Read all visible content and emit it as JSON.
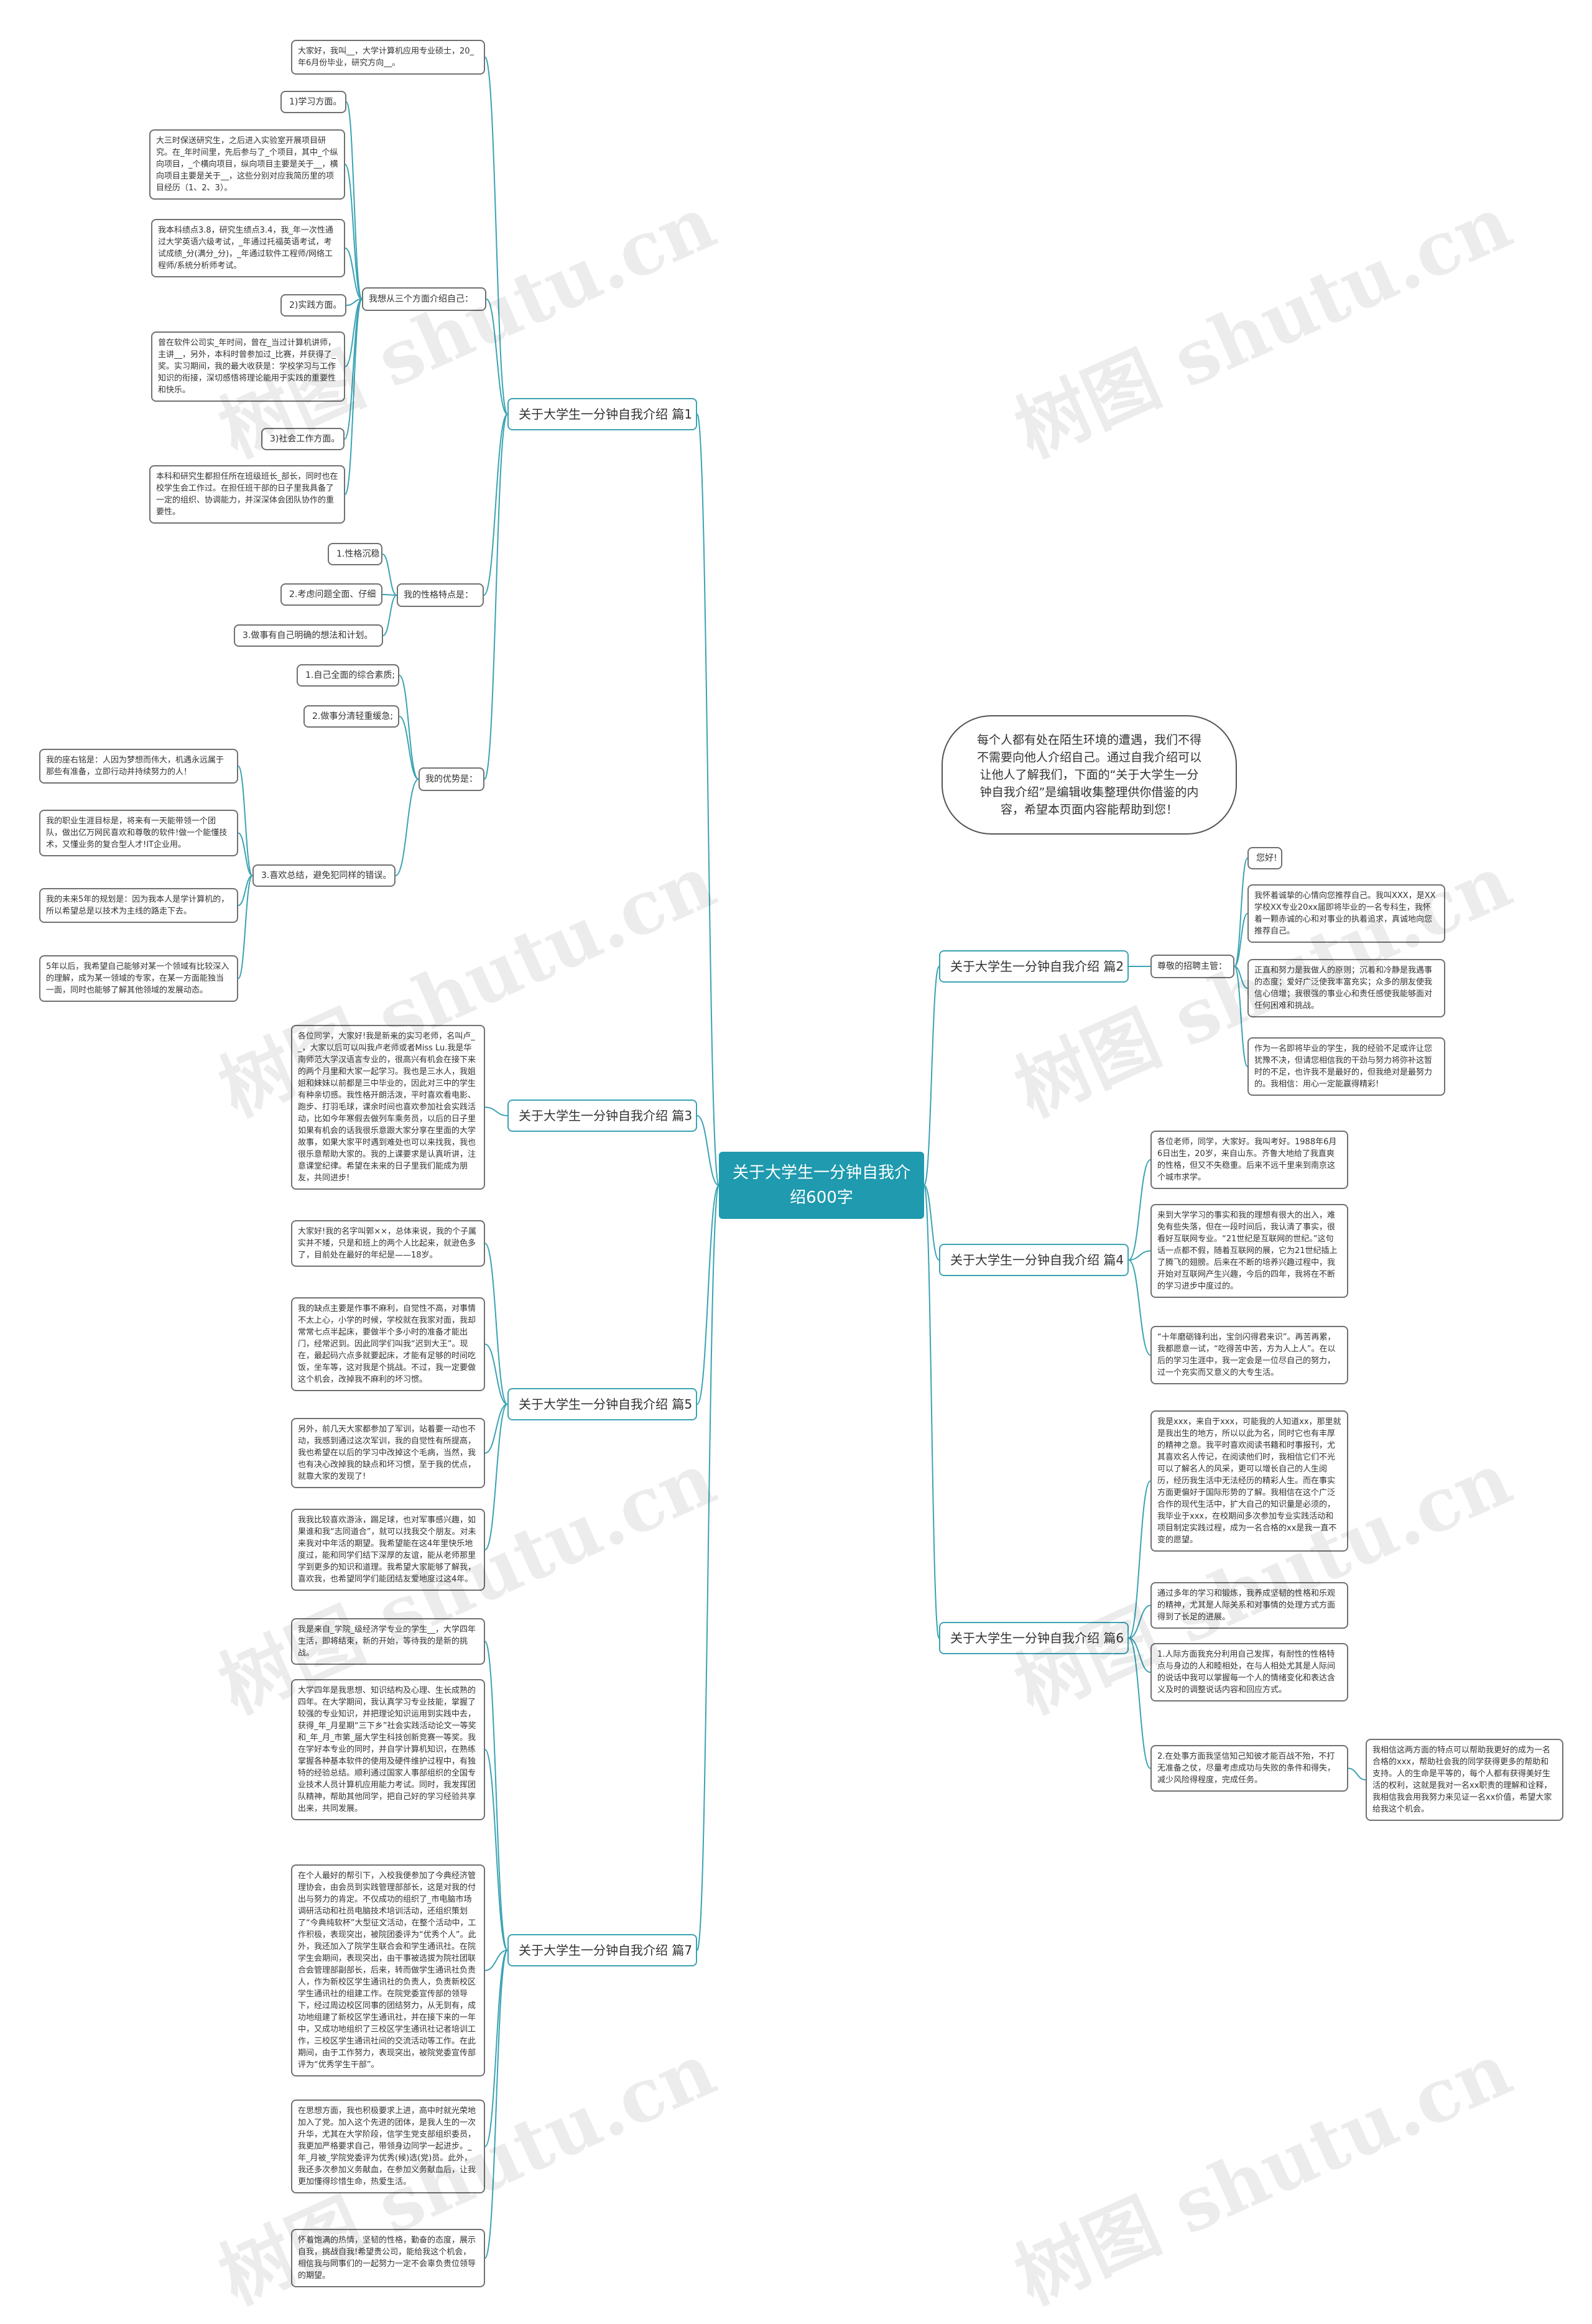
{
  "map": {
    "center": "关于大学生一分钟自我介绍600字",
    "intro": "每个人都有处在陌生环境的遭遇，我们不得不需要向他人介绍自己。通过自我介绍可以让他人了解我们，下面的“关于大学生一分钟自我介绍”是编辑收集整理供你借鉴的内容，希望本页面内容能帮助到您！",
    "branches": [
      {
        "label": "关于大学生一分钟自我介绍 篇1",
        "intro_leaf": "大家好，我叫__，大学计算机应用专业硕士，20_年6月份毕业，研究方向__。",
        "groups": [
          {
            "label": "我想从三个方面介绍自己：",
            "items": [
              "1)学习方面。",
              "大三时保送研究生，之后进入实验室开展项目研究。在_年时间里，先后参与了_个项目，其中_个纵向项目，_个横向项目，纵向项目主要是关于__，横向项目主要是关于__，这些分别对应我简历里的项目经历（1、2、3）。",
              "我本科绩点3.8，研究生绩点3.4，我_年一次性通过大学英语六级考试，_年通过托福英语考试，考试成绩_分(满分_分)，_年通过软件工程师/网络工程师/系统分析师考试。",
              "2)实践方面。",
              "曾在软件公司实_年时间，曾在_当过计算机讲师，主讲__，另外，本科时曾参加过_比赛，并获得了_奖。实习期间，我的最大收获是：学校学习与工作知识的衔接，深切感悟将理论能用于实践的重要性和快乐。",
              "3)社会工作方面。",
              "本科和研究生都担任所在班级班长_部长，同时也在校学生会工作过。在担任班干部的日子里我具备了一定的组织、协调能力，并深深体会团队协作的重要性。"
            ]
          },
          {
            "label": "我的性格特点是：",
            "items": [
              "1.性格沉稳",
              "2.考虑问题全面、仔细",
              "3.做事有自己明确的想法和计划。"
            ]
          },
          {
            "label": "我的优势是：",
            "items": [
              "1.自己全面的综合素质;",
              "2.做事分清轻重缓急;",
              "3.喜欢总结，避免犯同样的错误。"
            ],
            "sub_items": [
              "我的座右铭是：人因为梦想而伟大，机遇永远属于那些有准备，立即行动并持续努力的人！",
              "我的职业生涯目标是，将来有一天能带领一个团队，做出亿万网民喜欢和尊敬的软件!做一个能懂技术，又懂业务的复合型人才!IT企业用。",
              "我的未来5年的规划是：因为我本人是学计算机的，所以希望总是以技术为主线的路走下去。",
              "5年以后，我希望自己能够对某一个领域有比较深入的理解，成为某一领域的专家，在某一方面能独当一面，同时也能够了解其他领域的发展动态。"
            ]
          }
        ]
      },
      {
        "label": "关于大学生一分钟自我介绍 篇2",
        "group_label": "尊敬的招聘主管：",
        "items": [
          "您好!",
          "我怀着诚挚的心情向您推荐自己。我叫XXX，是XX学校XX专业20xx届即将毕业的一名专科生，我怀着一颗赤诚的心和对事业的执着追求，真诚地向您推荐自己。",
          "正直和努力是我做人的原则；沉着和冷静是我遇事的态度；爱好广泛使我丰富充实；众多的朋友使我信心倍增；我很强的事业心和责任感使我能够面对任何困难和挑战。",
          "作为一名即将毕业的学生，我的经验不足或许让您犹豫不决，但请您相信我的干劲与努力将弥补这暂时的不足，也许我不是最好的，但我绝对是最努力的。我相信：用心一定能赢得精彩!"
        ]
      },
      {
        "label": "关于大学生一分钟自我介绍 篇3",
        "items": [
          "各位同学，大家好!我是新来的实习老师，名叫卢__，大家以后可以叫我卢老师或者Miss Lu.我是华南师范大学汉语言专业的，很高兴有机会在接下来的两个月里和大家一起学习。我也是三水人，我姐姐和妹妹以前都是三中毕业的，因此对三中的学生有种亲切感。我性格开朗活泼，平时喜欢看电影、跑步、打羽毛球，课余时间也喜欢参加社会实践活动，比如今年寒假去做列车乘务员，以后的日子里如果有机会的话我很乐意跟大家分享在里面的大学故事，如果大家平时遇到难处也可以来找我，我也很乐意帮助大家的。我的上课要求是认真听讲，注意课堂纪律。希望在未来的日子里我们能成为朋友，共同进步!"
        ]
      },
      {
        "label": "关于大学生一分钟自我介绍 篇4",
        "items": [
          "各位老师，同学，大家好。我叫考好。1988年6月6日出生，20岁，来自山东。齐鲁大地给了我直爽的性格，但又不失稳重。后来不远千里来到南京这个城市求学。",
          "来到大学学习的事实和我的理想有很大的出入，难免有些失落，但在一段时间后，我认清了事实，很看好互联网专业。“21世纪是互联网的世纪。”这句话一点都不假，随着互联网的展，它为21世纪插上了腾飞的翅膀。后来在不断的培养兴趣过程中，我开始对互联网产生兴趣，今后的四年，我将在不断的学习进步中度过的。",
          "“十年磨砺锋利出，宝剑闪得君来识”。再苦再累，我都愿意一试，“吃得苦中苦，方为人上人”。在以后的学习生涯中，我一定会是一位尽自己的努力，过一个充实而又意义的大专生活。"
        ]
      },
      {
        "label": "关于大学生一分钟自我介绍 篇5",
        "items": [
          "大家好!我的名字叫郭××，总体来说，我的个子属实并不矮，只是和班上的两个人比起来，就逊色多了，目前处在最好的年纪是——18岁。",
          "我的缺点主要是作事不麻利，自觉性不高，对事情不太上心，小学的时候，学校就在我家对面，我却常常七点半起床，要做半个多小时的准备才能出门，经常迟到。因此同学们叫我“迟到大王”。现在，最起码六点多就要起床，才能有足够的时间吃饭，坐车等，这对我是个挑战。不过，我一定要做这个机会，改掉我不麻利的坏习惯。",
          "另外，前几天大家都参加了军训，站着要一动也不动，我感到通过这次军训，我的自觉性有所提高，我也希望在以后的学习中改掉这个毛病，当然，我也有决心改掉我的缺点和坏习惯，至于我的优点，就靠大家的发现了!",
          "我我比较喜欢游泳，踢足球，也对军事感兴趣，如果谁和我“志同道合”，就可以找我交个朋友。对未来我对中年活的期望。我希望能在这4年里快乐地度过，能和同学们结下深厚的友谊，能从老师那里学到更多的知识和道理。我希望大家能够了解我，喜欢我，也希望同学们能团结友爱地度过这4年。"
        ]
      },
      {
        "label": "关于大学生一分钟自我介绍 篇6",
        "items": [
          "我是xxx，来自于xxx，可能我的人知道xx，那里就是我出生的地方，所以以此为名，同时它也有丰厚的精神之意。我平时喜欢阅读书籍和时事报刊，尤其喜欢名人传记，在阅读他们时，我相信它们不光可以了解名人的风采，更可以增长自己的人生阅历，经历我生活中无法经历的精彩人生。而在事实方面更偏好于国际形势的了解。我相信在这个广泛合作的现代生活中，扩大自己的知识量是必须的，我毕业于xxx，在校期间多次参加专业实践活动和项目制定实践过程，成为一名合格的xx是我一直不变的愿望。",
          "通过多年的学习和锻炼，我养成坚韧的性格和乐观的精神，尤其是人际关系和对事情的处理方式方面得到了长足的进展。",
          "1.人际方面我充分利用自己发挥，有耐性的性格特点与身边的人和睦相处，在与人相处尤其是人际间的说话中我可以掌握每一个人的情绪变化和表达含义及时的调整说话内容和回应方式。",
          "2.在处事方面我坚信知己知彼才能百战不殆，不打无准备之仗，尽量考虑成功与失败的条件和得失，减少风险得程度，完成任务。"
        ],
        "tail": "我相信这两方面的特点可以帮助我更好的成为一名合格的xxx，帮助社会我的同学获得更多的帮助和支持。人的生命是平等的，每个人都有获得美好生活的权利，这就是我对一名xx职责的理解和诠释，我相信我会用我努力来见证一名xx价值，希望大家给我这个机会。"
      },
      {
        "label": "关于大学生一分钟自我介绍 篇7",
        "items": [
          "我是来自_学院_级经济学专业的学生__，大学四年生活，即将结束，新的开始，等待我的是新的挑战。",
          "大学四年是我思想、知识结构及心理、生长成熟的四年。在大学期间，我认真学习专业技能，掌握了较强的专业知识，并把理论知识运用到实践中去，获得_年_月星期“三下乡”社会实践活动论文一等奖和_年_月_市第_届大学生科技创新竞赛一等奖。我在学好本专业的同时，并自学计算机知识，在熟练掌握各种基本软件的使用及硬件维护过程中，有独特的经验总结。顺利通过国家人事部组织的全国专业技术人员计算机应用能力考试。同时，我发挥团队精神，帮助其他同学，把自己好的学习经验共享出来，共同发展。",
          "在个人最好的帮引下，入校我便参加了今典经济管理协会，由会员到实践管理部部长，这是对我的付出与努力的肯定。不仅成功的组织了_市电脑市场调研活动和社员电脑技术培训活动，还组织策划了“今典纯软杯”大型征文活动，在整个活动中，工作积极，表现突出，被院团委评为“优秀个人”。此外，我还加入了院学生联合会和学生通讯社。在院学生会期间，表现突出，由干事被选拔为院社团联合会管理部副部长，后来，转而做学生通讯社负责人，作为新校区学生通讯社的负责人，负责新校区学生通讯社的组建工作。在院党委宣传部的领导下，经过周边校区同事的团结努力，从无到有，成功地组建了新校区学生通讯社，并在接下来的一年中，又成功地组织了三校区学生通讯社记者培训工作，三校区学生通讯社间的交流活动等工作。在此期间，由于工作努力，表现突出，被院党委宣传部评为“优秀学生干部”。",
          "在思想方面，我也积极要求上进，高中时就光荣地加入了党。加入这个先进的团体，是我人生的一次升华，尤其在大学阶段，信学生党支部组织委员，我更加严格要求自己，带领身边同学一起进步。_年_月被_学院党委评为优秀(候)选(党)员。此外，我还多次参加义务献血，在参加义务献血后，让我更加懂得珍惜生命，热爱生活。",
          "怀着饱满的热情，坚韧的性格，勤奋的态度，展示自我，挑战自我!希望贵公司，能给我这个机会，相信我与同事们的一起努力一定不会辜负贵位领导的期望。"
        ]
      }
    ],
    "watermark": "树图 shutu.cn"
  }
}
